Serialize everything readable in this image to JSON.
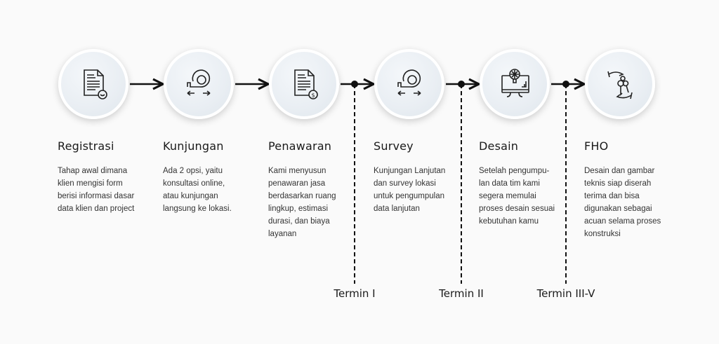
{
  "steps": [
    {
      "title": "Registrasi",
      "icon": "document-check-icon",
      "desc": "Tahap awal dimana klien mengisi form berisi informasi dasar data klien dan project"
    },
    {
      "title": "Kunjungan",
      "icon": "measuring-tape-icon",
      "desc": "Ada 2 opsi, yaitu konsultasi online, atau kunjungan langsung ke lokasi."
    },
    {
      "title": "Penawaran",
      "icon": "document-dollar-icon",
      "desc": "Kami menyusun penawaran jasa berdasarkan ruang lingkup, estimasi durasi, dan biaya layanan"
    },
    {
      "title": "Survey",
      "icon": "measuring-tape-icon",
      "desc": "Kunjungan Lanjutan dan survey lokasi untuk pengumpulan data lanjutan"
    },
    {
      "title": "Desain",
      "icon": "monitor-idea-icon",
      "desc": "Setelah pengumpu-lan data tim kami segera memulai proses desain sesuai kebutuhan kamu"
    },
    {
      "title": "FHO",
      "icon": "key-handover-icon",
      "desc": "Desain dan gambar teknis siap diserah terima dan bisa digunakan sebagai acuan selama proses konstruksi"
    }
  ],
  "termins": [
    "Termin I",
    "Termin II",
    "Termin III-V"
  ],
  "colors": {
    "line": "#111111",
    "circle": "#e9eef3"
  }
}
